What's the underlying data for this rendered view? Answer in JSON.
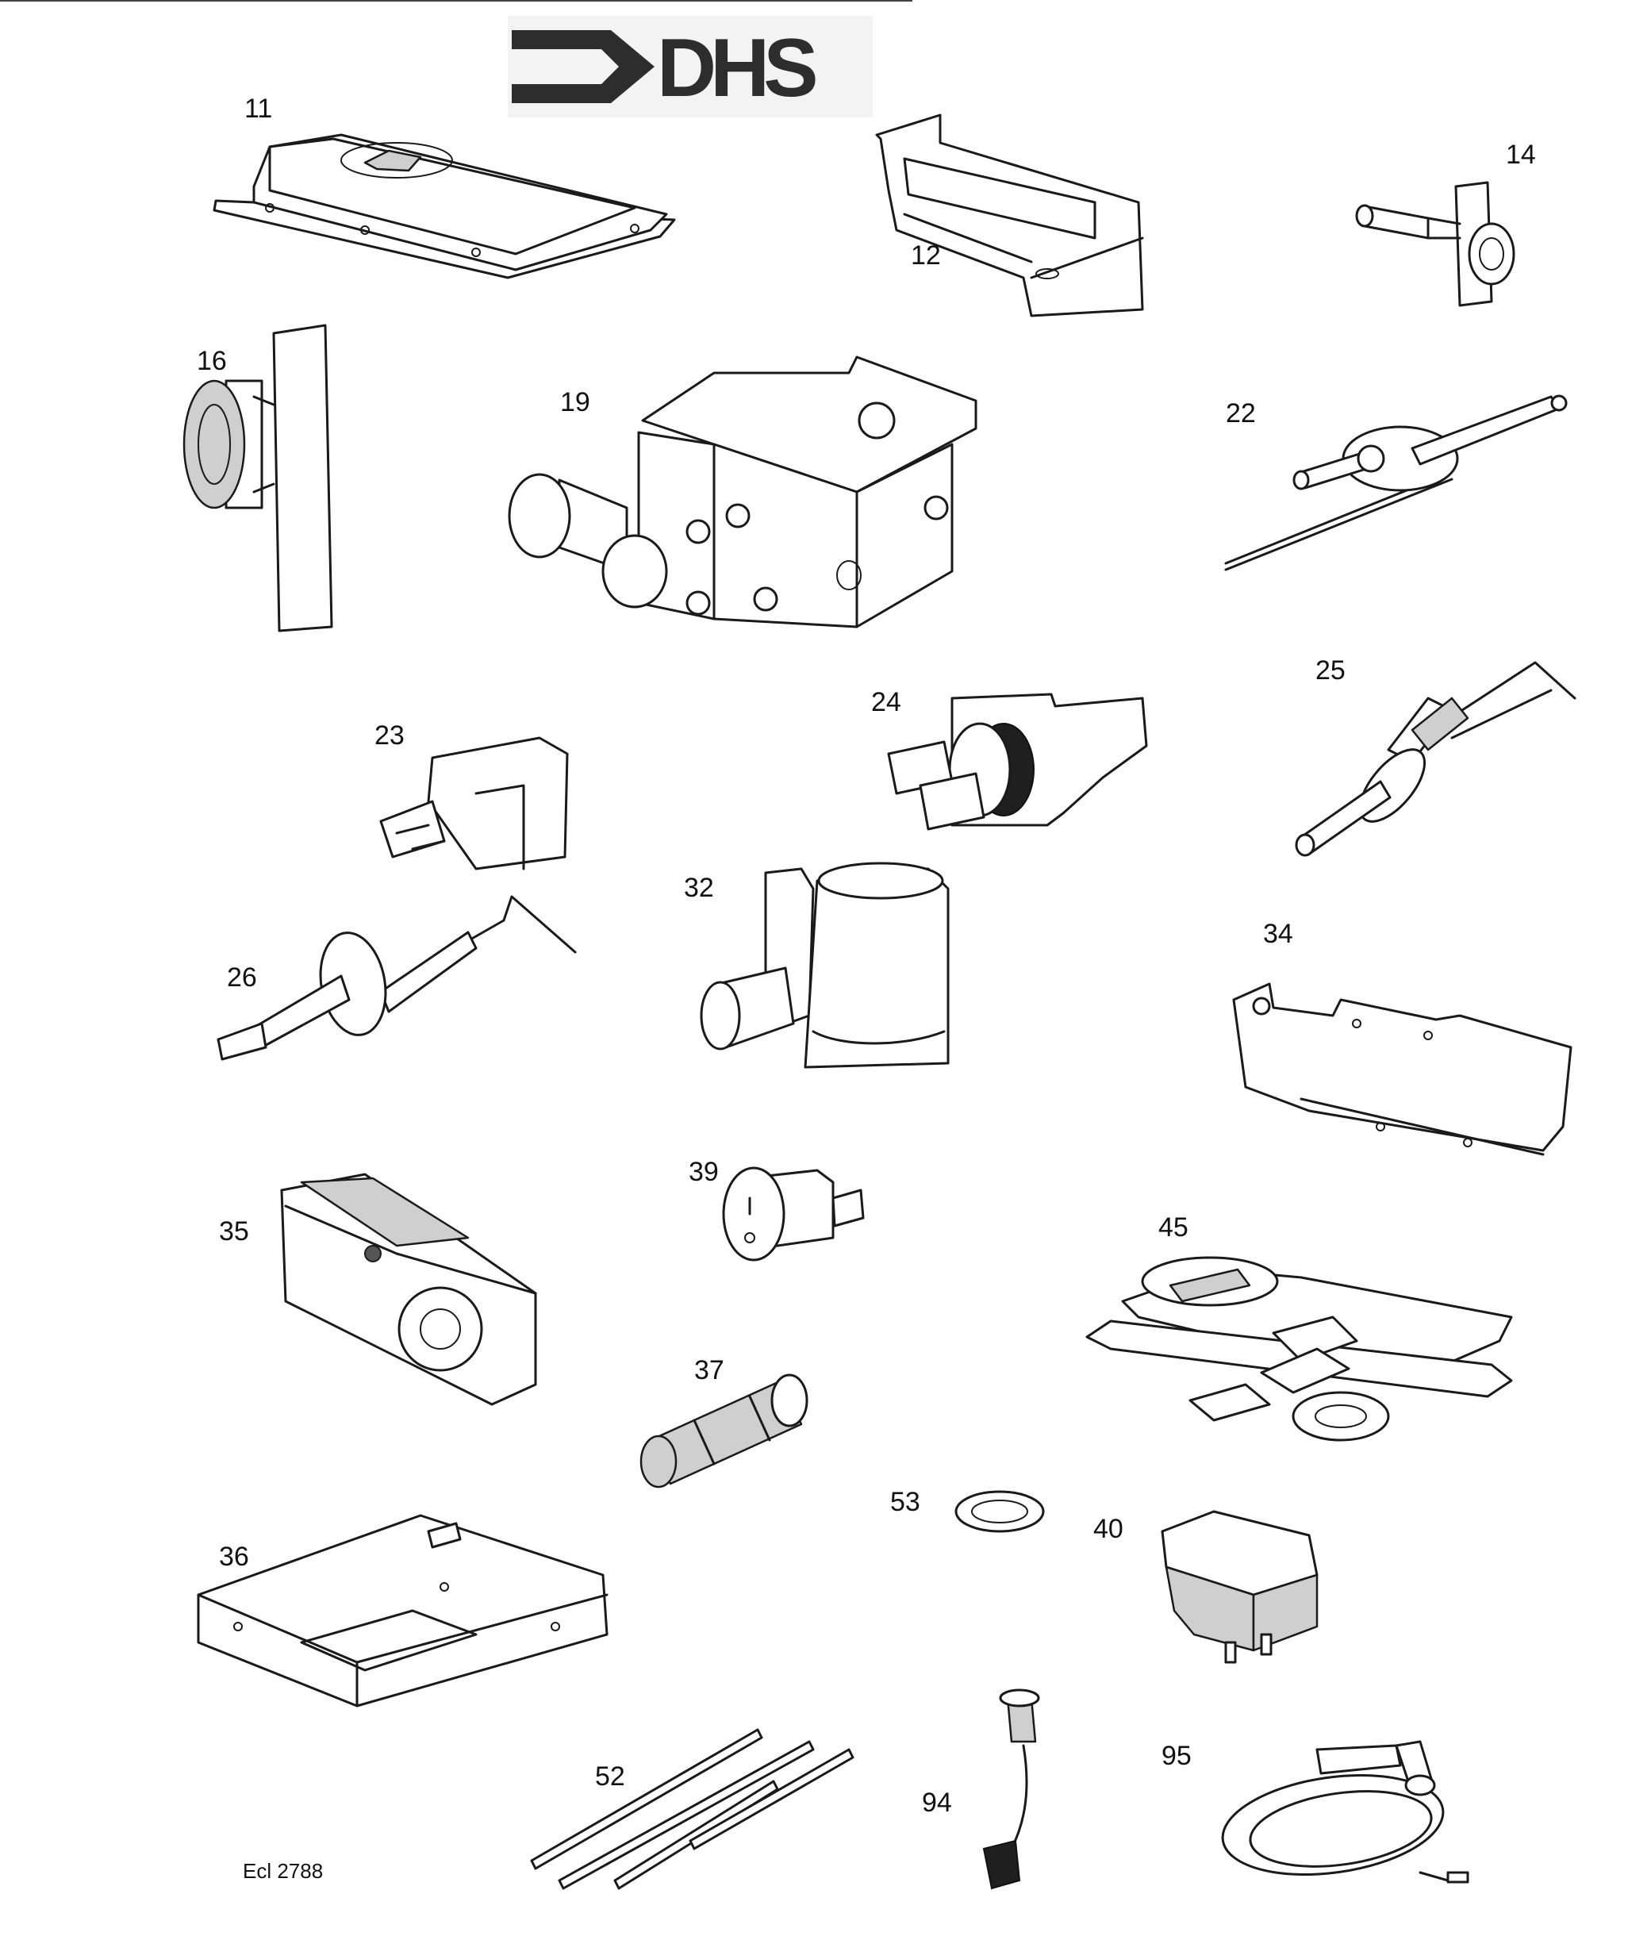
{
  "logo": {
    "text": "DHS"
  },
  "part_labels": {
    "p11": "11",
    "p12": "12",
    "p14": "14",
    "p16": "16",
    "p19": "19",
    "p22": "22",
    "p23": "23",
    "p24": "24",
    "p25": "25",
    "p26": "26",
    "p32": "32",
    "p34": "34",
    "p35": "35",
    "p36": "36",
    "p37": "37",
    "p39": "39",
    "p40": "40",
    "p45": "45",
    "p52": "52",
    "p53": "53",
    "p94": "94",
    "p95": "95"
  },
  "reference": "Ecl 2788"
}
